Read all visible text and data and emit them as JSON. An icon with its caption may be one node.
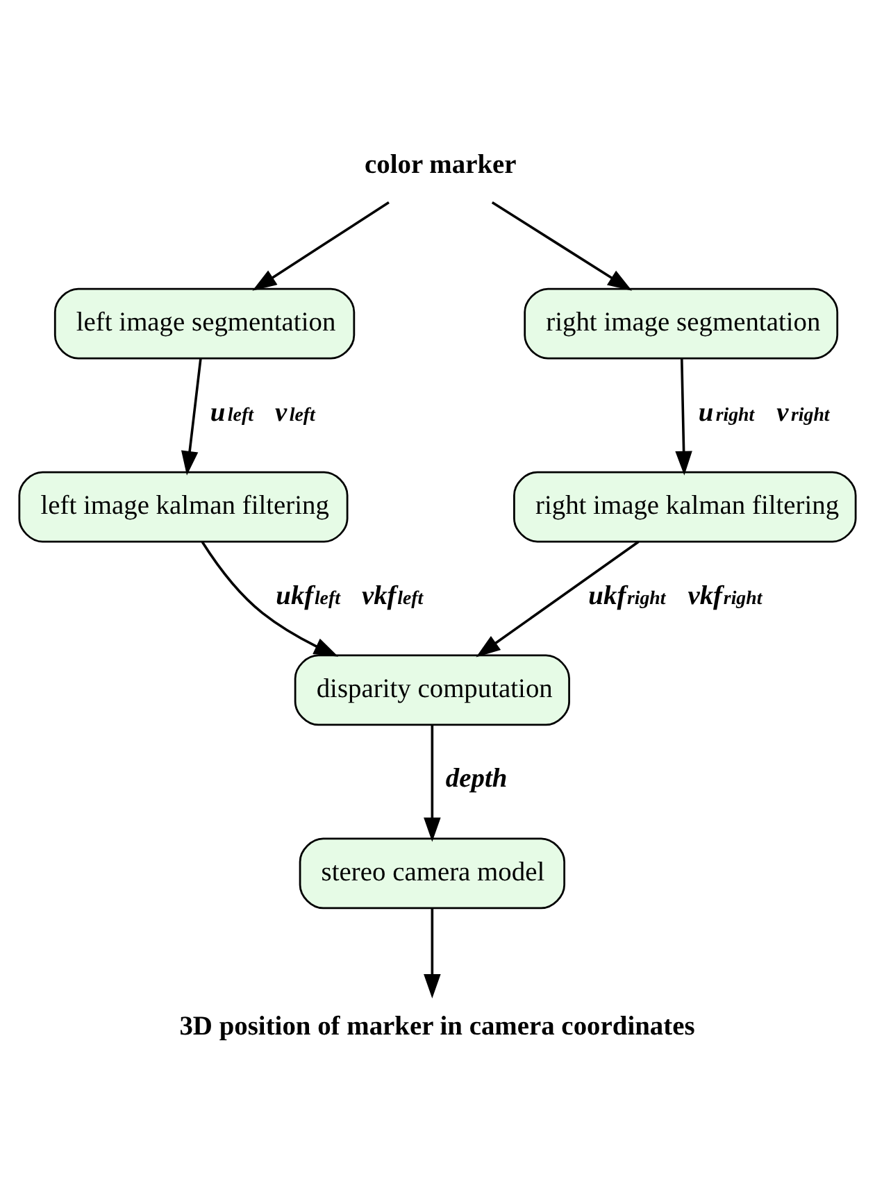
{
  "diagram": {
    "nodes": [
      {
        "text": [
          "color marker"
        ]
      },
      {
        "text": [
          "left image segmentation"
        ]
      },
      {
        "text": [
          "right image segmentation"
        ]
      },
      {
        "text": [
          "left image kalman filtering"
        ]
      },
      {
        "text": [
          "right image kalman filtering"
        ]
      },
      {
        "text": [
          "disparity computation"
        ]
      },
      {
        "text": [
          "stereo camera model"
        ]
      },
      {
        "text": [
          "3D position of marker in camera coordinates"
        ]
      }
    ],
    "edges": [
      {
        "from": 0,
        "to": 1,
        "arrow": "to"
      },
      {
        "from": 0,
        "to": 2,
        "arrow": "to"
      },
      {
        "from": 1,
        "to": 3,
        "arrow": "to",
        "label": "u$_{left}$ v$_{left}$"
      },
      {
        "from": 2,
        "to": 4,
        "arrow": "to",
        "label": "u$_{right}$ v$_{right}$"
      },
      {
        "from": 3,
        "to": 5,
        "arrow": "to",
        "label": "ukf$_{left}$ vkf$_{left}$"
      },
      {
        "from": 4,
        "to": 5,
        "arrow": "to",
        "label": "ukf$_{right}$ vkf$_{right}$"
      },
      {
        "from": 5,
        "to": 6,
        "arrow": "to",
        "label": "depth"
      },
      {
        "from": 6,
        "to": 7,
        "arrow": "to"
      }
    ]
  }
}
